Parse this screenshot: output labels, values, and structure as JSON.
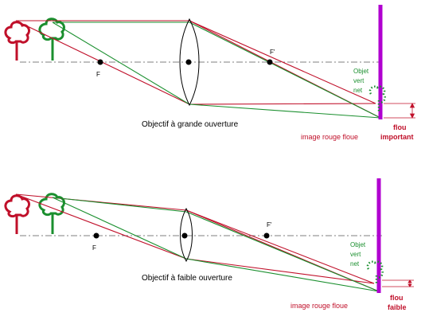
{
  "top": {
    "caption": "Objectif à grande ouverture",
    "focal_left": "F",
    "focal_right": "F'",
    "green_note": [
      "Objet",
      "vert",
      "net"
    ],
    "red_image": "image rouge floue",
    "blur": [
      "flou",
      "important"
    ]
  },
  "bottom": {
    "caption": "Objectif à faible ouverture",
    "focal_left": "F",
    "focal_right": "F'",
    "green_note": [
      "Objet",
      "vert",
      "net"
    ],
    "red_image": "image rouge floue",
    "blur": [
      "flou",
      "faible"
    ]
  },
  "colors": {
    "red": "#c0102a",
    "green": "#1a8f2e",
    "sensor": "#b000d0",
    "axis": "#555555"
  }
}
